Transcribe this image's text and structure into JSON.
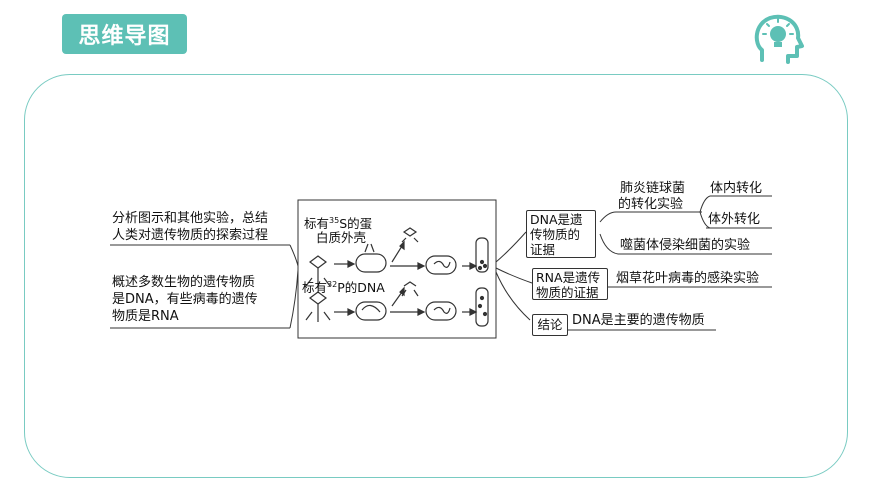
{
  "header": {
    "title": "思维导图",
    "icon": "head-lightbulb-icon"
  },
  "colors": {
    "accent": "#5dc0b5",
    "border": "#79cbc2"
  },
  "left": {
    "line1_a": "分析图示和其他实验，总结",
    "line1_b": "人类对遗传物质的探索过程",
    "line2_a": "概述多数生物的遗传物质",
    "line2_b": "是DNA，有些病毒的遗传",
    "line2_c": "物质是RNA"
  },
  "center": {
    "s35_prefix": "标有",
    "s35_sup": "35",
    "s35_suffix": "S的蛋",
    "s35_line2": "白质外壳",
    "p32_prefix": "标有",
    "p32_sup": "32",
    "p32_suffix": "P的DNA"
  },
  "right": {
    "dna_evidence_a": "DNA是遗",
    "dna_evidence_b": "传物质的",
    "dna_evidence_c": "证据",
    "pneumo_a": "肺炎链球菌",
    "pneumo_b": "的转化实验",
    "in_vivo": "体内转化",
    "in_vitro": "体外转化",
    "phage": "噬菌体侵染细菌的实验",
    "rna_evidence_a": "RNA是遗传",
    "rna_evidence_b": "物质的证据",
    "tmv": "烟草花叶病毒的感染实验",
    "conclusion_label": "结论",
    "conclusion_text": "DNA是主要的遗传物质"
  }
}
